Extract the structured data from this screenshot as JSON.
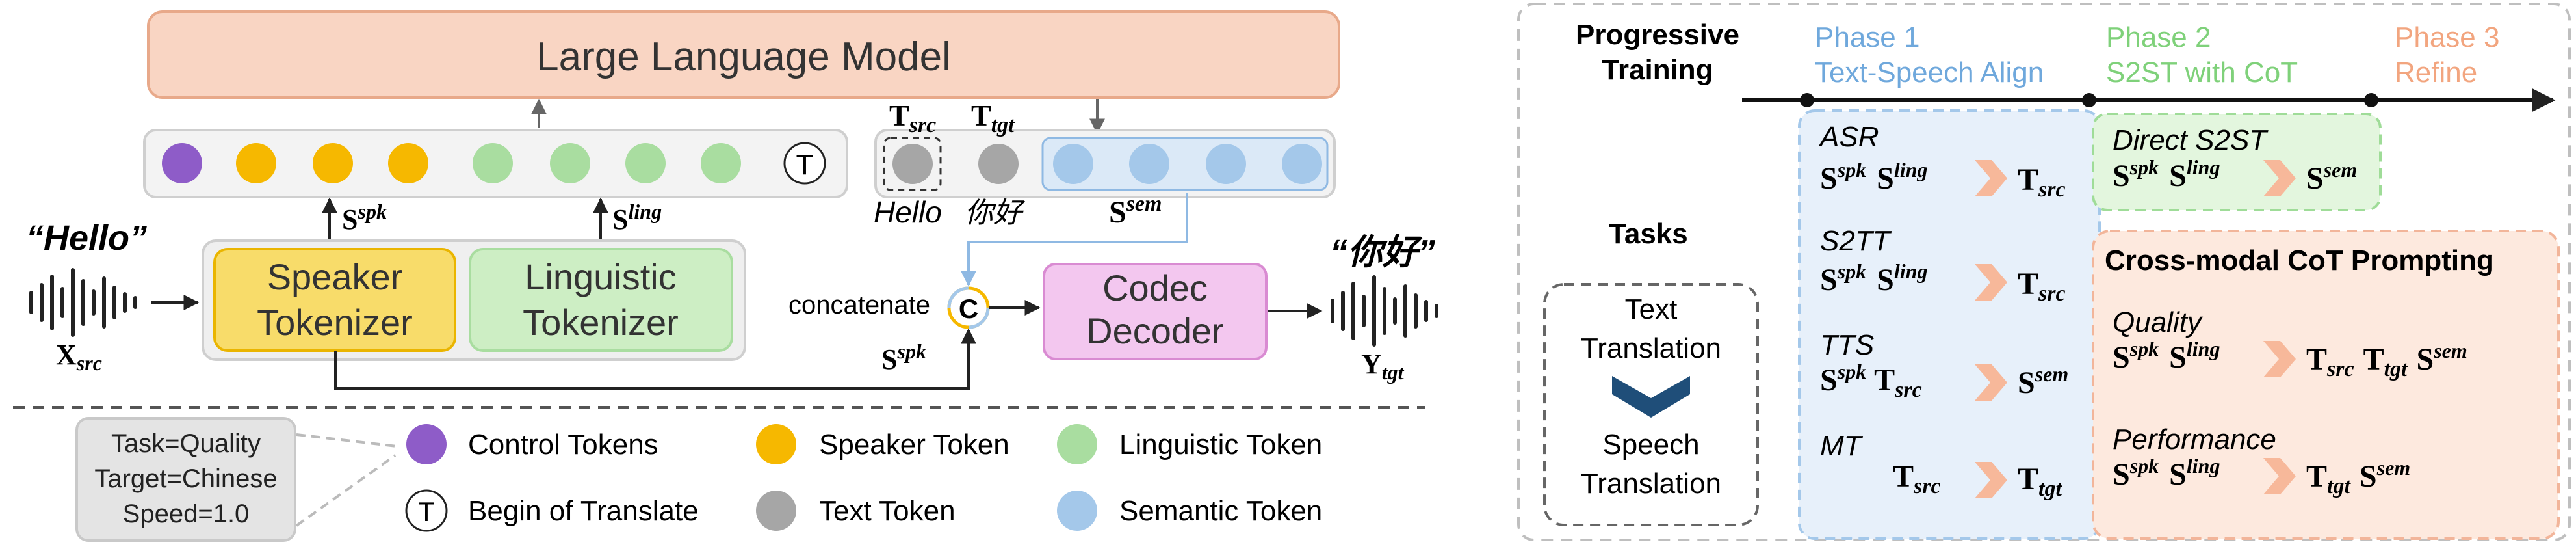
{
  "architecture": {
    "llm_label": "Large Language Model",
    "speaker_tokenizer": [
      "Speaker",
      "Tokenizer"
    ],
    "linguistic_tokenizer": [
      "Linguistic",
      "Tokenizer"
    ],
    "codec_decoder": [
      "Codec",
      "Decoder"
    ],
    "begin_symbol": "T",
    "concat_symbol": "C",
    "concatenate_label": "concatenate",
    "input_quote": "“Hello”",
    "output_quote": "“你好”",
    "hello_word": "Hello",
    "nihao_word": "你好",
    "x_base": "X",
    "x_sub": "src",
    "y_base": "Y",
    "y_sub": "tgt",
    "s_base": "S",
    "spk_sup": "spk",
    "ling_sup": "ling",
    "sem_sup": "sem",
    "t_base": "T",
    "src_sub": "src",
    "tgt_sub": "tgt"
  },
  "legend": {
    "prompt_lines": [
      "Task=Quality",
      "Target=Chinese",
      "Speed=1.0"
    ],
    "control": "Control Tokens",
    "speaker": "Speaker Token",
    "linguistic": "Linguistic Token",
    "begin": "Begin of Translate",
    "text": "Text Token",
    "semantic": "Semantic Token"
  },
  "training": {
    "title": [
      "Progressive",
      "Training"
    ],
    "tasks_label": "Tasks",
    "phase1": [
      "Phase 1",
      "Text-Speech Align"
    ],
    "phase2": [
      "Phase 2",
      "S2ST with CoT"
    ],
    "phase3": [
      "Phase 3",
      "Refine"
    ],
    "text_translation": [
      "Text",
      "Translation"
    ],
    "speech_translation": [
      "Speech",
      "Translation"
    ],
    "asr": "ASR",
    "s2tt": "S2TT",
    "tts": "TTS",
    "mt": "MT",
    "direct_s2st": "Direct S2ST",
    "cot_title": "Cross-modal CoT Prompting",
    "quality": "Quality",
    "performance": "Performance"
  },
  "colors": {
    "control": "#8e5cc8",
    "speaker": "#f6b800",
    "linguistic": "#a9dda0",
    "text": "#a6a6a6",
    "semantic": "#a4c8ea",
    "llm": "#f9d5c3",
    "speaker_box": "#f8dc6a",
    "linguistic_box": "#cdeec4",
    "codec_box": "#f3c7ef",
    "phase1": "#6fa8dc",
    "phase2": "#7fd17a",
    "phase3": "#f2a57f",
    "chevron_arrow": "#f7b89a",
    "chevron_tasks": "#1f4e79"
  }
}
